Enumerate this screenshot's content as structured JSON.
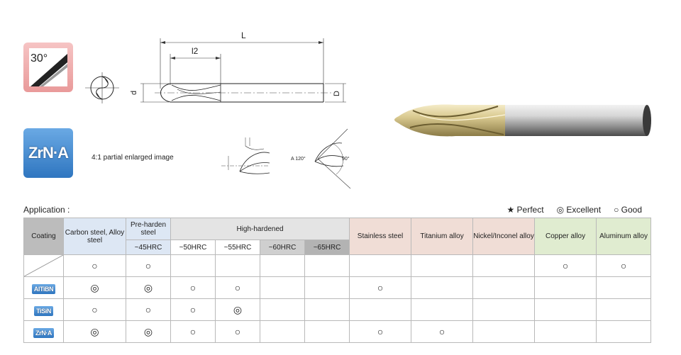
{
  "badges": {
    "angle": "30°",
    "coating": "ZrN·A"
  },
  "drawing": {
    "dim_L": "L",
    "dim_l2": "l2",
    "dim_d": "d",
    "dim_D": "D",
    "caption": "4:1  partial enlarged image",
    "angle_A": "A 120°",
    "angle_90": "90°"
  },
  "application": {
    "label": "Application :",
    "legend": {
      "perfect": "★ Perfect",
      "excellent": "◎ Excellent",
      "good": "○ Good"
    },
    "headers": {
      "coating": "Coating",
      "carbon": "Carbon steel, Alloy steel",
      "preharden": "Pre-harden steel",
      "preharden_sub": "~45HRC",
      "high": "High-hardened",
      "high_sub": [
        "~50HRC",
        "~55HRC",
        "~60HRC",
        "~65HRC"
      ],
      "stainless": "Stainless steel",
      "titanium": "Titanium alloy",
      "nickel": "Nickel/Inconel alloy",
      "copper": "Copper alloy",
      "aluminum": "Aluminum alloy"
    },
    "rows": [
      {
        "coating": "",
        "cells": [
          "○",
          "○",
          "",
          "",
          "",
          "",
          "",
          "",
          "",
          "○",
          "○"
        ]
      },
      {
        "coating": "AlTiBN",
        "cells": [
          "◎",
          "◎",
          "○",
          "○",
          "",
          "",
          "○",
          "",
          "",
          "",
          ""
        ]
      },
      {
        "coating": "TiSiN",
        "cells": [
          "○",
          "○",
          "○",
          "◎",
          "",
          "",
          "",
          "",
          "",
          "",
          ""
        ]
      },
      {
        "coating": "ZrN·A",
        "cells": [
          "◎",
          "◎",
          "○",
          "○",
          "",
          "",
          "○",
          "○",
          "",
          "",
          ""
        ]
      }
    ]
  }
}
